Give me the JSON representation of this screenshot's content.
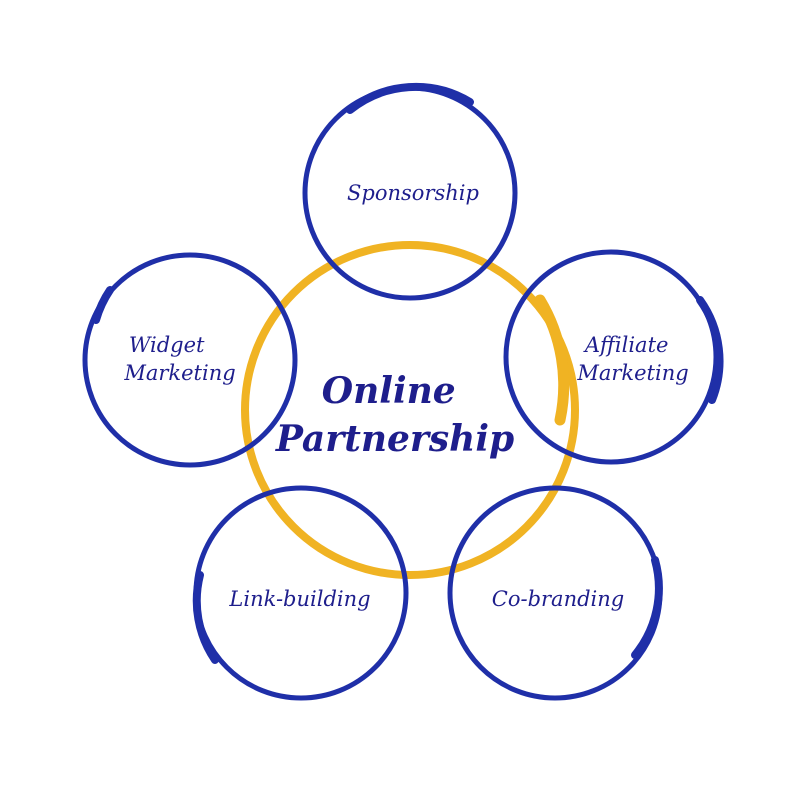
{
  "diagram": {
    "center": {
      "lines": [
        "Online",
        "Partnership"
      ]
    },
    "nodes": [
      {
        "id": "sponsorship",
        "lines": [
          "Sponsorship"
        ]
      },
      {
        "id": "affiliate-marketing",
        "lines": [
          "Affiliate",
          "Marketing"
        ]
      },
      {
        "id": "co-branding",
        "lines": [
          "Co-branding"
        ]
      },
      {
        "id": "link-building",
        "lines": [
          "Link-building"
        ]
      },
      {
        "id": "widget-marketing",
        "lines": [
          "Widget",
          "Marketing"
        ]
      }
    ]
  },
  "colors": {
    "node_stroke": "#1f2fa8",
    "center_stroke": "#f0b323",
    "text": "#1e1e8c",
    "background": "#ffffff"
  }
}
